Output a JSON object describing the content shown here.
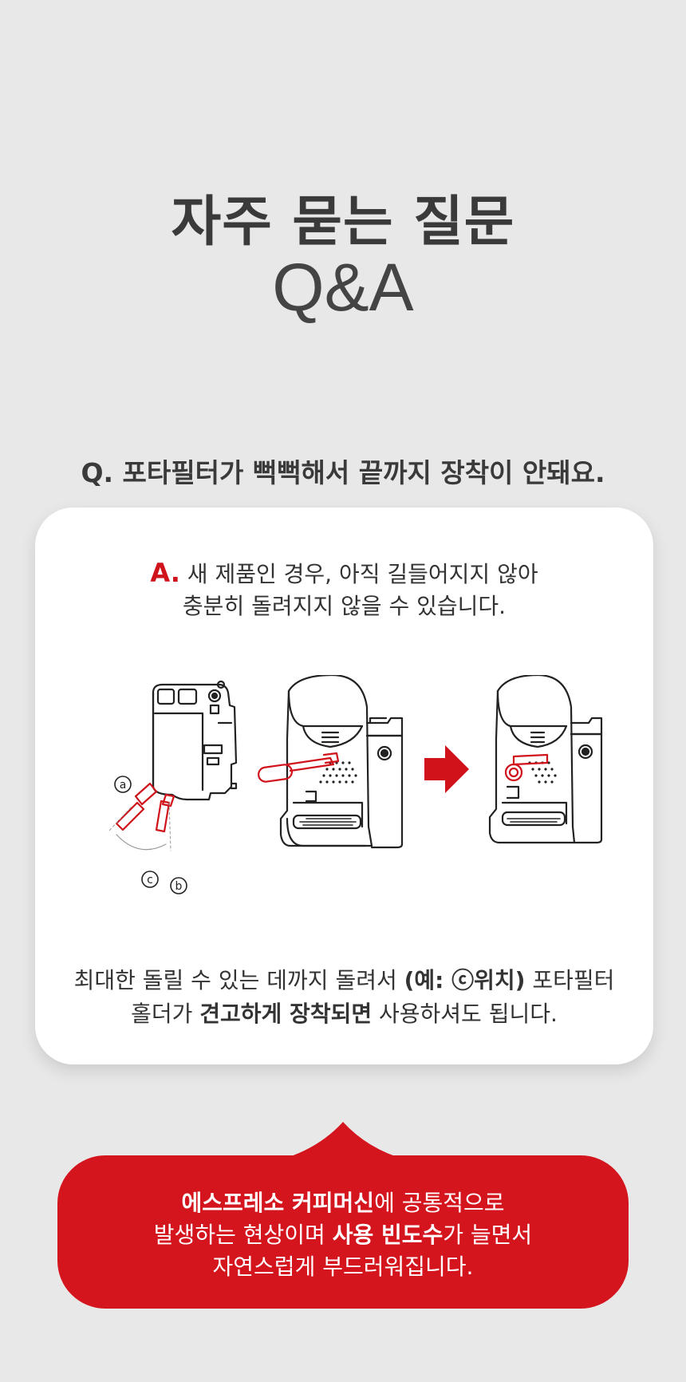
{
  "header": {
    "title": "자주 묻는 질문",
    "subtitle": "Q&A"
  },
  "question": {
    "text": "Q. 포타필터가 뻑뻑해서 끝까지 장착이 안돼요."
  },
  "answer": {
    "mark": "A.",
    "line1": " 새 제품인 경우, 아직 길들어지지 않아",
    "line2": "충분히 돌려지지 않을 수 있습니다."
  },
  "illustration": {
    "labels": {
      "a": "a",
      "b": "b",
      "c": "c"
    },
    "colors": {
      "accent": "#d0121b",
      "line": "#222222"
    },
    "arrow_icon": "arrow-right-icon"
  },
  "note": {
    "part1": "최대한 돌릴 수 있는 데까지 돌려서 ",
    "bold1": "(예: ⓒ위치)",
    "part2": " 포타필터",
    "part3": "홀더가 ",
    "bold2": "견고하게 장착되면",
    "part4": " 사용하셔도 됩니다."
  },
  "bubble": {
    "bold1": "에스프레소 커피머신",
    "part1": "에 공통적으로",
    "part2": "발생하는 현상이며 ",
    "bold2": "사용 빈도수",
    "part3": "가 늘면서",
    "line3": "자연스럽게 부드러워집니다.",
    "color": "#d5151d"
  }
}
